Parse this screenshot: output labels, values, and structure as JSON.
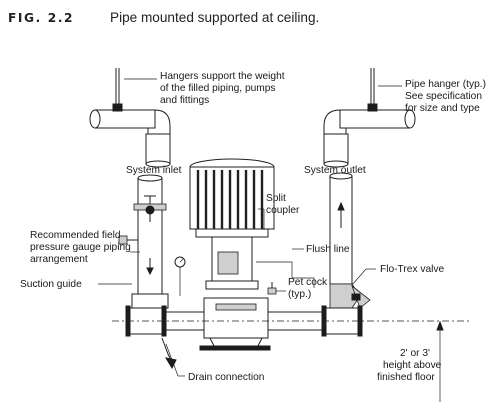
{
  "figure": {
    "label": "FIG. 2.2",
    "title": "Pipe mounted supported at ceiling."
  },
  "callouts": {
    "hangers_1": "Hangers support the weight",
    "hangers_2": "of the filled piping, pumps",
    "hangers_3": "and fittings",
    "pipe_hanger_1": "Pipe hanger (typ.)",
    "pipe_hanger_2": "See specification",
    "pipe_hanger_3": "for size and type",
    "system_inlet": "System inlet",
    "system_outlet": "System outlet",
    "split_coupler_1": "Split",
    "split_coupler_2": "coupler",
    "gauge_1": "Recommended field",
    "gauge_2": "pressure gauge piping",
    "gauge_3": "arrangement",
    "flush_line": "Flush line",
    "flo_trex": "Flo-Trex valve",
    "pet_cock_1": "Pet cock",
    "pet_cock_2": "(typ.)",
    "suction_guide": "Suction guide",
    "drain": "Drain connection",
    "height_1": "2' or 3'",
    "height_2": "height above",
    "height_3": "finished floor"
  }
}
